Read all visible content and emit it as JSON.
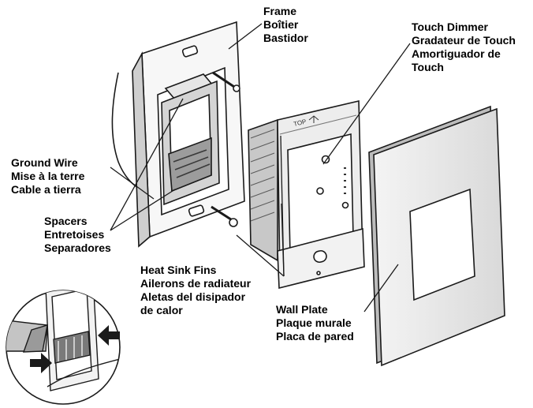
{
  "labels": {
    "frame": [
      "Frame",
      "Boîtier",
      "Bastidor"
    ],
    "touch_dimmer": [
      "Touch Dimmer",
      "Gradateur de Touch",
      "Amortiguador de",
      "Touch"
    ],
    "ground_wire": [
      "Ground Wire",
      "Mise à la terre",
      "Cable a tierra"
    ],
    "spacers": [
      "Spacers",
      "Entretoises",
      "Separadores"
    ],
    "heat_sink_fins": [
      "Heat Sink Fins",
      "Ailerons de radiateur",
      "Aletas del disipador",
      "de calor"
    ],
    "wall_plate": [
      "Wall Plate",
      "Plaque murale",
      "Placa de pared"
    ]
  },
  "device_markings": {
    "top_mark": "TOP"
  },
  "colors": {
    "line": "#1a1a1a",
    "fill": "#ffffff",
    "shade_light": "#e6e6e6",
    "shade_mid": "#bdbdbd",
    "shade_dark": "#8a8a8a"
  }
}
